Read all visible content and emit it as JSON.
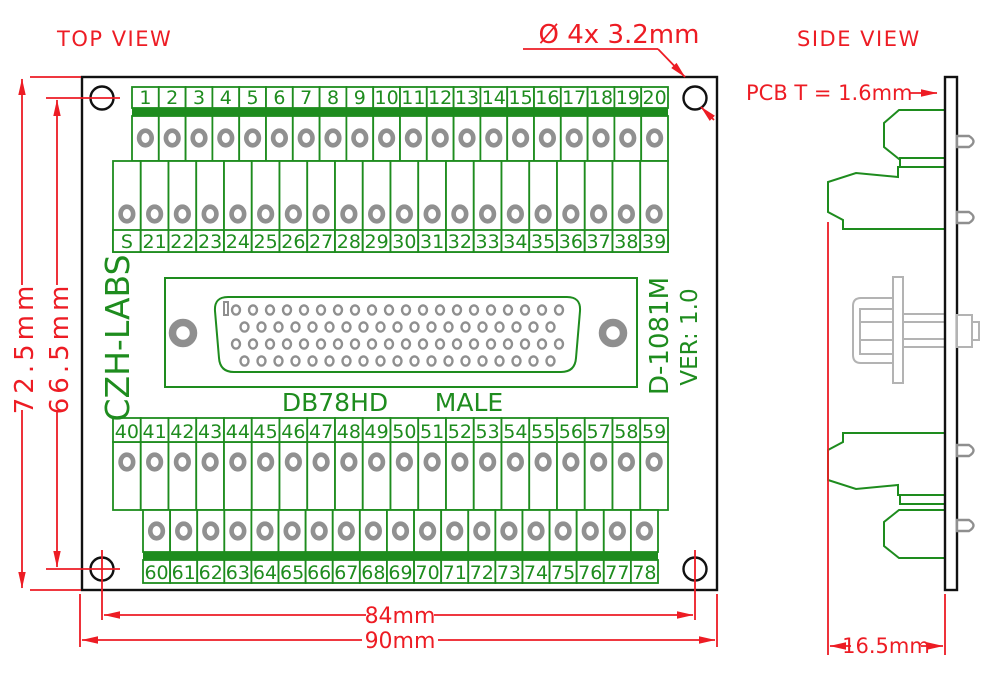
{
  "titles": {
    "top_view": "TOP VIEW",
    "side_view": "SIDE VIEW"
  },
  "dimensions": {
    "hole_callout": "Ø 4x 3.2mm",
    "pcb_thickness": "PCB T = 1.6mm",
    "board_height": "72.5mm",
    "hole_spacing_vertical": "66.5mm",
    "hole_spacing_horizontal": "84mm",
    "board_width": "90mm",
    "side_depth": "16.5mm"
  },
  "board": {
    "brand": "CZH-LABS",
    "model": "D-1081M",
    "version": "VER: 1.0",
    "connector": "DB78HD",
    "gender": "MALE",
    "terminal_rows": {
      "row1": [
        "1",
        "2",
        "3",
        "4",
        "5",
        "6",
        "7",
        "8",
        "9",
        "10",
        "11",
        "12",
        "13",
        "14",
        "15",
        "16",
        "17",
        "18",
        "19",
        "20"
      ],
      "row2": [
        "S",
        "21",
        "22",
        "23",
        "24",
        "25",
        "26",
        "27",
        "28",
        "29",
        "30",
        "31",
        "32",
        "33",
        "34",
        "35",
        "36",
        "37",
        "38",
        "39"
      ],
      "row3": [
        "40",
        "41",
        "42",
        "43",
        "44",
        "45",
        "46",
        "47",
        "48",
        "49",
        "50",
        "51",
        "52",
        "53",
        "54",
        "55",
        "56",
        "57",
        "58",
        "59"
      ],
      "row4": [
        "60",
        "61",
        "62",
        "63",
        "64",
        "65",
        "66",
        "67",
        "68",
        "69",
        "70",
        "71",
        "72",
        "73",
        "74",
        "75",
        "76",
        "77",
        "78"
      ]
    },
    "dsub_pin_rows": [
      20,
      19,
      20,
      19
    ]
  },
  "colors": {
    "red": "#ed1c24",
    "green": "#1e8c1e",
    "gray": "#8f8f8f",
    "black": "#111111"
  }
}
